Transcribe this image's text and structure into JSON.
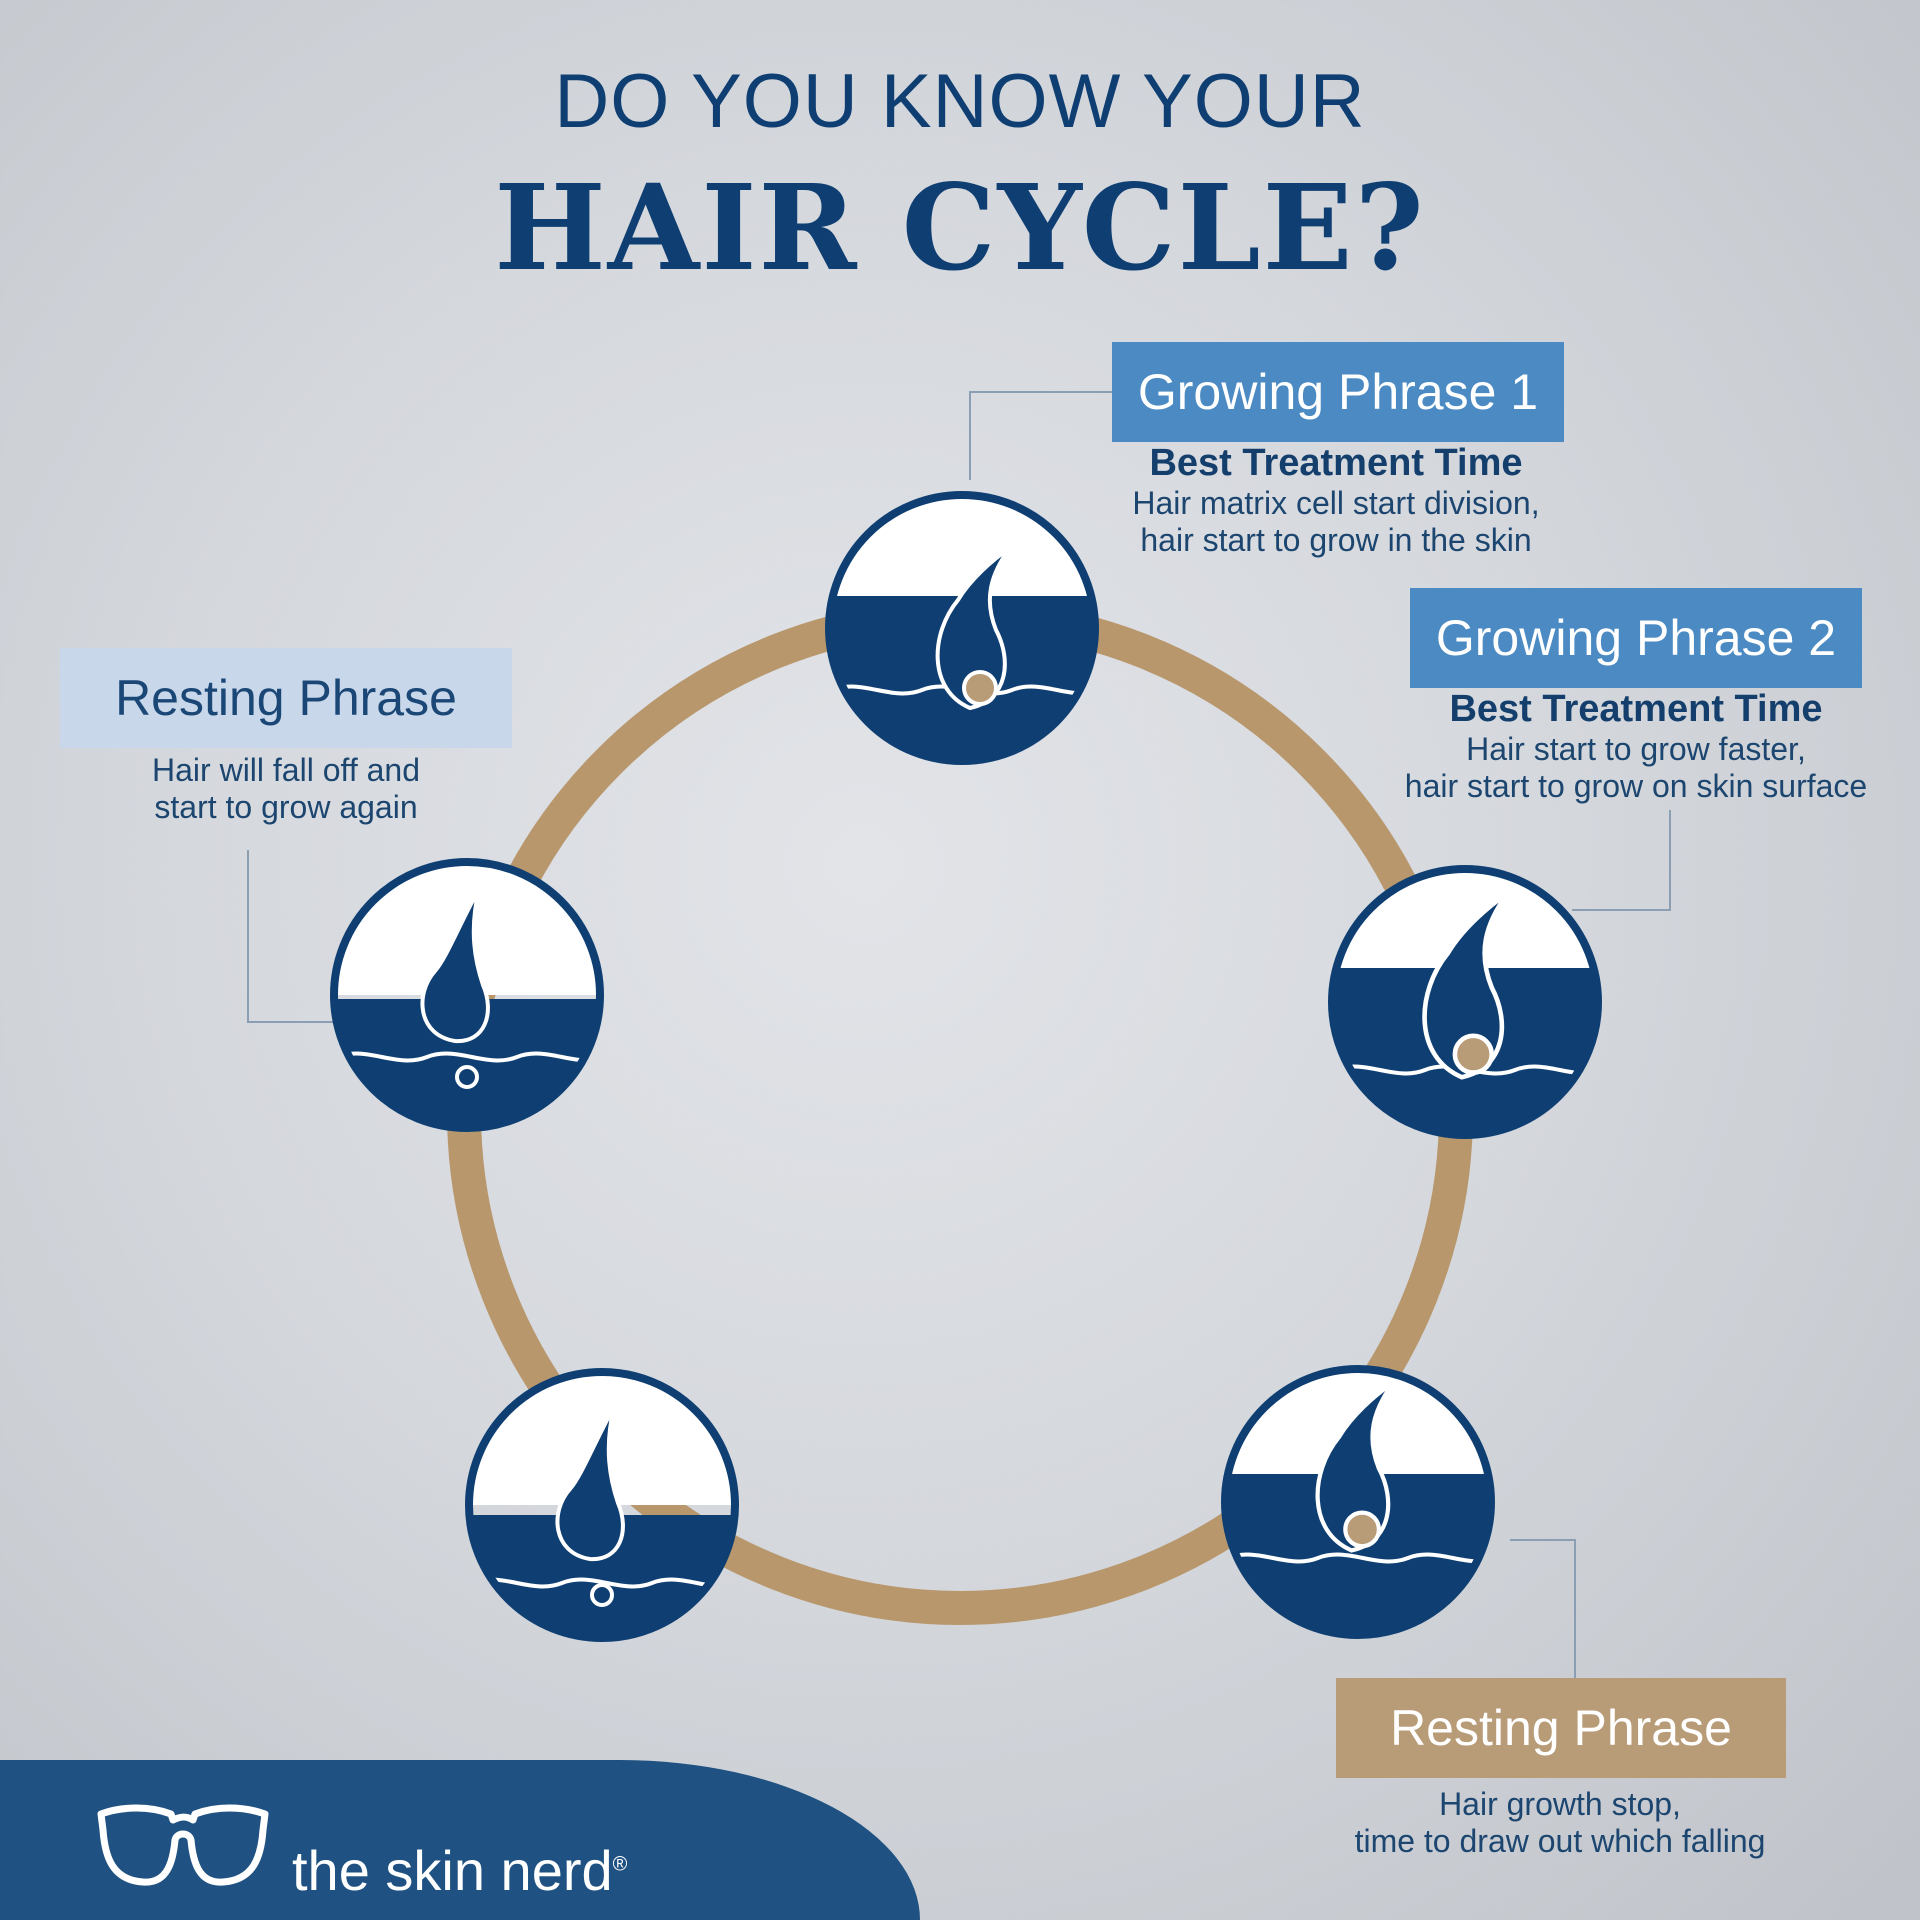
{
  "header": {
    "line1": "DO YOU KNOW YOUR",
    "line2": "HAIR CYCLE?"
  },
  "stages": [
    {
      "label": "Growing Phrase 1",
      "subtitle": "Best Treatment Time",
      "desc1": "Hair matrix cell start division,",
      "desc2": "hair start to grow in the skin"
    },
    {
      "label": "Growing Phrase 2",
      "subtitle": "Best Treatment Time",
      "desc1": "Hair start to grow faster,",
      "desc2": "hair start to grow on skin surface"
    },
    {
      "label": "Resting Phrase",
      "desc1": "Hair growth stop,",
      "desc2": "time to draw out which falling"
    },
    {
      "label": "Resting Phrase",
      "desc1": "Hair will fall off and",
      "desc2": "start to grow again"
    }
  ],
  "brand": {
    "name": "the skin nerd",
    "mark": "®"
  },
  "colors": {
    "navy": "#0f3f72",
    "accent_blue": "#4b8ac2",
    "light_blue": "#c8d8ea",
    "tan": "#b89b77",
    "ring": "#b8976d",
    "footer": "#1f5282"
  },
  "icons": [
    "glasses-logo-icon",
    "hair-follicle-icon"
  ]
}
